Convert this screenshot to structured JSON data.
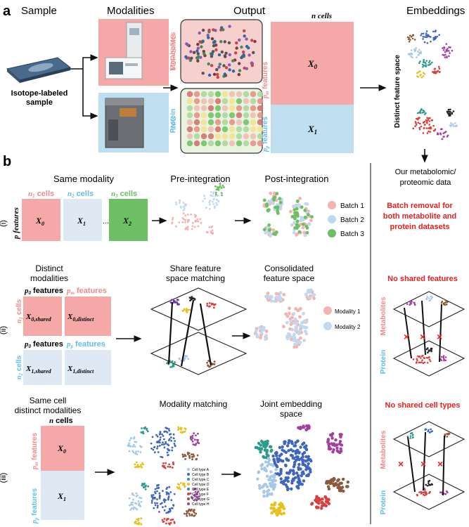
{
  "panel_a": {
    "label": "a",
    "sample_header": "Sample",
    "modalities_header": "Modalities",
    "output_header": "Output",
    "embeddings_header": "Embeddings",
    "sample_label_1": "Isotope-labeled",
    "sample_label_2": "sample",
    "tofsims_label": "TOF-SIMS",
    "imc_label": "IMC",
    "metabolites_label": "Metabolites",
    "protein_label": "Protein",
    "n_cells": "n cells",
    "pm_features": "p",
    "pm_sub": "m",
    "pm_rest": " features",
    "pp_features": "p",
    "pp_sub": "p",
    "pp_rest": " features",
    "x0": "X",
    "x0_sub": "0",
    "x1": "X",
    "x1_sub": "1",
    "distinct_space": "Distinct feature space",
    "our_data_1": "Our metabolomic/",
    "our_data_2": "proteomic data",
    "colors": {
      "metab": "#f4a9a8",
      "protein": "#bfdff0",
      "pink_text": "#f08a8a",
      "blue_text": "#5fbde8",
      "red": "#e8201d"
    }
  },
  "panel_b": {
    "label": "b",
    "row_i": {
      "label": "(i)",
      "title": "Same modality",
      "pre": "Pre-integration",
      "post": "Post-integration",
      "p_features": "p features",
      "n1": "n",
      "n1_sub": "1",
      "n1_rest": " cells",
      "n2": "n",
      "n2_sub": "2",
      "n2_rest": " cells",
      "n3": "n",
      "n3_sub": "3",
      "n3_rest": " cells",
      "ellipsis": "...",
      "x0": "X",
      "x0_sub": "0",
      "x1": "X",
      "x1_sub": "1",
      "x2": "X",
      "x2_sub": "2",
      "legend": [
        {
          "label": "Batch 1",
          "color": "#f4b2b0"
        },
        {
          "label": "Batch 2",
          "color": "#bfdaf0"
        },
        {
          "label": "Batch 3",
          "color": "#6cc063"
        }
      ]
    },
    "row_ii": {
      "label": "(ii)",
      "title_1": "Distinct",
      "title_2": "modalities",
      "share_1": "Share feature",
      "share_2": "space matching",
      "cons_1": "Consolidated",
      "cons_2": "feature space",
      "p0_top": "p",
      "p0_top_sub": "0",
      "p0_top_rest": " features",
      "pm_top": "p",
      "pm_top_sub": "m",
      "pm_top_rest": " features",
      "p0_bot": "p",
      "p0_bot_sub": "0",
      "p0_bot_rest": " features",
      "pp_bot": "p",
      "pp_bot_sub": "p",
      "pp_bot_rest": " features",
      "n1": "n",
      "n1_sub": "1",
      "n1_rest": " cells",
      "n2": "n",
      "n2_sub": "2",
      "n2_rest": " cells",
      "x0s": "X",
      "x0s_sub": "0,shared",
      "x0d": "X",
      "x0d_sub": "0,distinct",
      "x1s": "X",
      "x1s_sub": "1,shared",
      "x1d": "X",
      "x1d_sub": "1,distinct",
      "legend": [
        {
          "label": "Modality 1",
          "color": "#f4b2b0"
        },
        {
          "label": "Modality 2",
          "color": "#bfdaf0"
        }
      ]
    },
    "row_iii": {
      "label": "(iii)",
      "title_1": "Same cell",
      "title_2": "distinct modalities",
      "matching": "Modality matching",
      "joint_1": "Joint embedding",
      "joint_2": "space",
      "n_cells": "n",
      "n_cells_rest": " cells",
      "pm": "p",
      "pm_sub": "m",
      "pm_rest": " features",
      "pp": "p",
      "pp_sub": "p",
      "pp_rest": " features",
      "x0": "X",
      "x0_sub": "0",
      "x1": "X",
      "x1_sub": "1",
      "cell_types": [
        {
          "label": "Cell type A",
          "color": "#a8c8e8"
        },
        {
          "label": "Cell type B",
          "color": "#3f65c0"
        },
        {
          "label": "Cell type C",
          "color": "#2e9a8c"
        },
        {
          "label": "Cell type D",
          "color": "#e8c020"
        },
        {
          "label": "Cell type E",
          "color": "#3a7fc8"
        },
        {
          "label": "Cell type F",
          "color": "#d84040"
        },
        {
          "label": "Cell type G",
          "color": "#8b5a3c"
        },
        {
          "label": "Cell type H",
          "color": "#a040a0"
        }
      ]
    },
    "right": {
      "batch_removal_1": "Batch removal for",
      "batch_removal_2": "both metabolite and",
      "batch_removal_3": "protein datasets",
      "no_shared_features": "No shared features",
      "no_shared_cells": "No shared cell types",
      "metabolites": "Metabolites",
      "protein": "Protein",
      "x_mark": "×"
    }
  }
}
